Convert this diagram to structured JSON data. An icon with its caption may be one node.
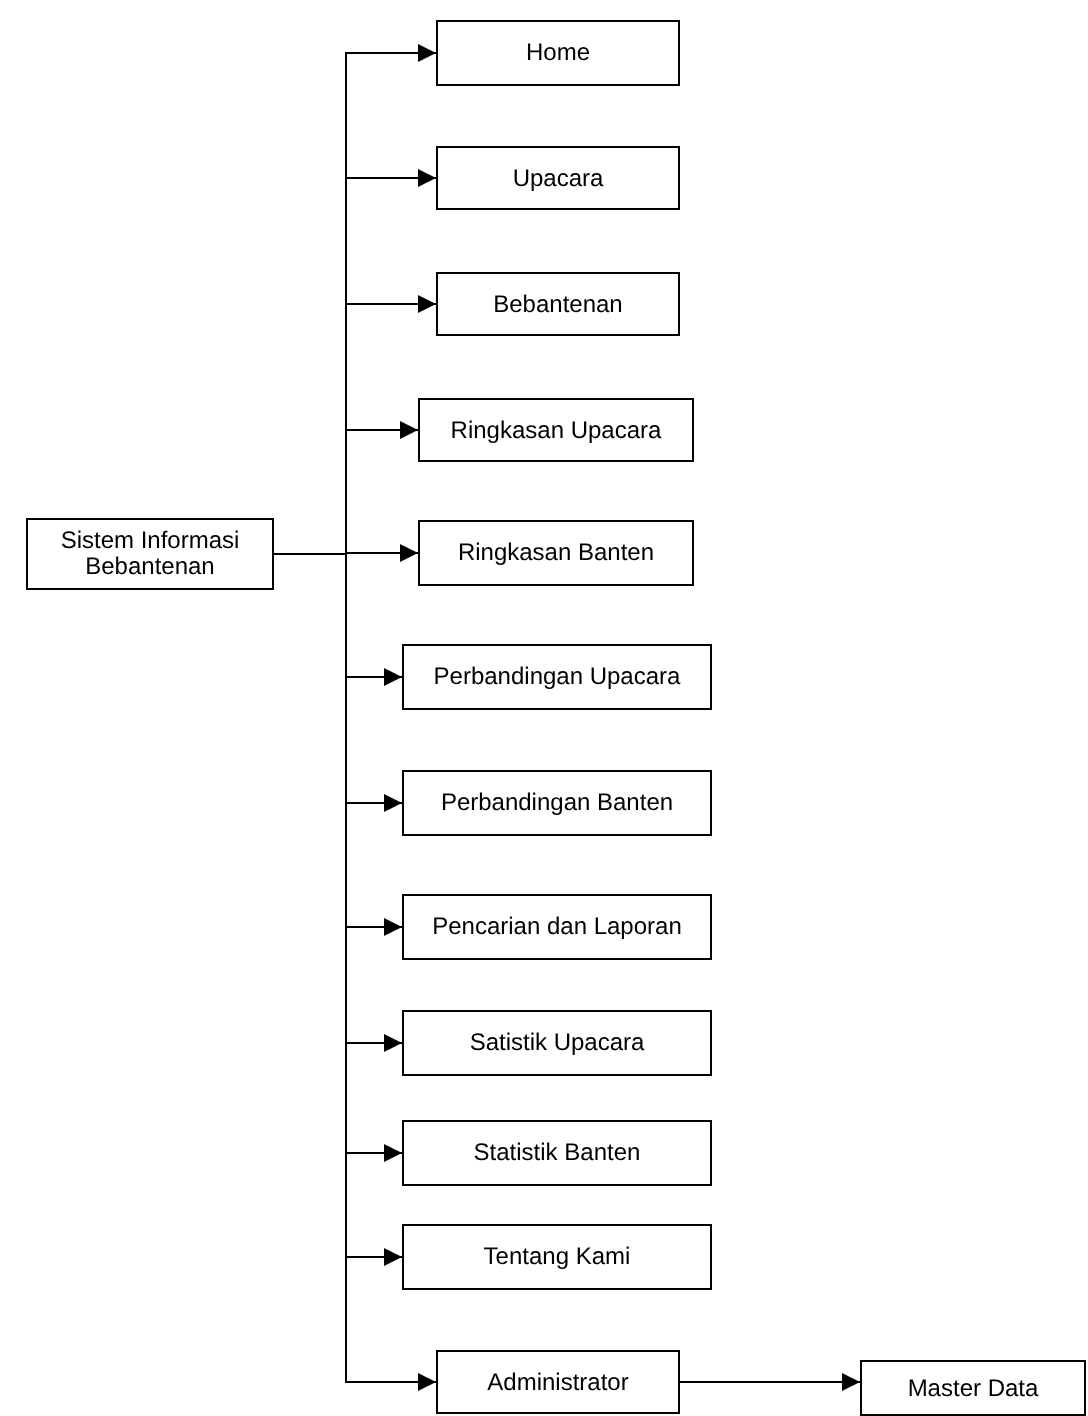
{
  "diagram": {
    "nodes": [
      {
        "text": [
          "Sistem Informasi Bebantenan"
        ]
      },
      {
        "text": [
          "Home"
        ]
      },
      {
        "text": [
          "Upacara"
        ]
      },
      {
        "text": [
          "Bebantenan"
        ]
      },
      {
        "text": [
          "Ringkasan Upacara"
        ]
      },
      {
        "text": [
          "Ringkasan Banten"
        ]
      },
      {
        "text": [
          "Perbandingan Upacara"
        ]
      },
      {
        "text": [
          "Perbandingan Banten"
        ]
      },
      {
        "text": [
          "Pencarian dan Laporan"
        ]
      },
      {
        "text": [
          "Satistik Upacara"
        ]
      },
      {
        "text": [
          "Statistik Banten"
        ]
      },
      {
        "text": [
          "Tentang Kami"
        ]
      },
      {
        "text": [
          "Administrator"
        ]
      },
      {
        "text": [
          "Master Data"
        ]
      }
    ],
    "edges": [
      {
        "from": 0,
        "to": 1,
        "arrow": "to"
      },
      {
        "from": 0,
        "to": 2,
        "arrow": "to"
      },
      {
        "from": 0,
        "to": 3,
        "arrow": "to"
      },
      {
        "from": 0,
        "to": 4,
        "arrow": "to"
      },
      {
        "from": 0,
        "to": 5,
        "arrow": "to"
      },
      {
        "from": 0,
        "to": 6,
        "arrow": "to"
      },
      {
        "from": 0,
        "to": 7,
        "arrow": "to"
      },
      {
        "from": 0,
        "to": 8,
        "arrow": "to"
      },
      {
        "from": 0,
        "to": 9,
        "arrow": "to"
      },
      {
        "from": 0,
        "to": 10,
        "arrow": "to"
      },
      {
        "from": 0,
        "to": 11,
        "arrow": "to"
      },
      {
        "from": 0,
        "to": 12,
        "arrow": "to"
      },
      {
        "from": 12,
        "to": 13,
        "arrow": "to"
      }
    ]
  }
}
